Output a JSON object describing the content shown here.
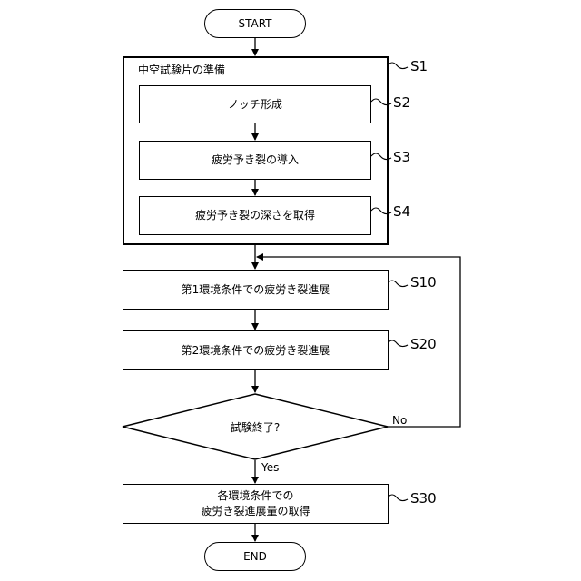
{
  "start": "START",
  "end": "END",
  "group": {
    "title": "中空試験片の準備",
    "step": "S1"
  },
  "steps": [
    {
      "id": "S2",
      "text": "ノッチ形成"
    },
    {
      "id": "S3",
      "text": "疲労予き裂の導入"
    },
    {
      "id": "S4",
      "text": "疲労予き裂の深さを取得"
    },
    {
      "id": "S10",
      "text": "第1環境条件での疲労き裂進展"
    },
    {
      "id": "S20",
      "text": "第2環境条件での疲労き裂進展"
    },
    {
      "id": "S30",
      "text": "各環境条件での\n疲労き裂進展量の取得"
    }
  ],
  "decision": {
    "text": "試験終了?",
    "yes": "Yes",
    "no": "No"
  }
}
